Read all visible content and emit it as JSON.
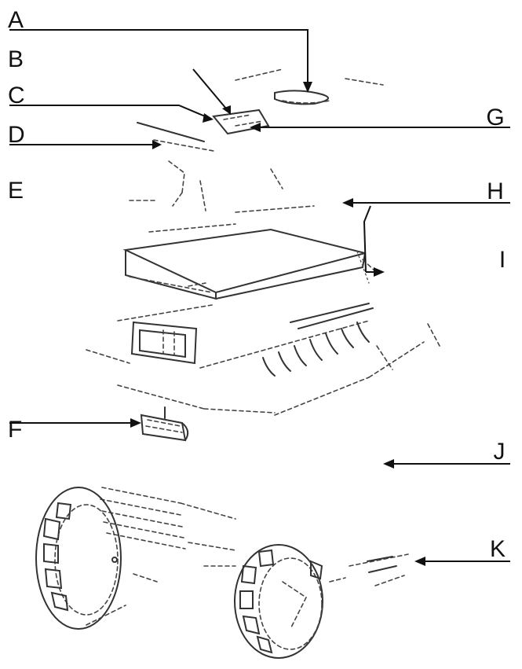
{
  "diagram": {
    "callouts": [
      {
        "id": "A",
        "label": "A"
      },
      {
        "id": "B",
        "label": "B"
      },
      {
        "id": "C",
        "label": "C"
      },
      {
        "id": "D",
        "label": "D"
      },
      {
        "id": "E",
        "label": "E"
      },
      {
        "id": "F",
        "label": "F"
      },
      {
        "id": "G",
        "label": "G"
      },
      {
        "id": "H",
        "label": "H"
      },
      {
        "id": "I",
        "label": "I"
      },
      {
        "id": "J",
        "label": "J"
      },
      {
        "id": "K",
        "label": "K"
      }
    ]
  },
  "colors": {
    "ink": "#111111",
    "background": "#ffffff"
  }
}
